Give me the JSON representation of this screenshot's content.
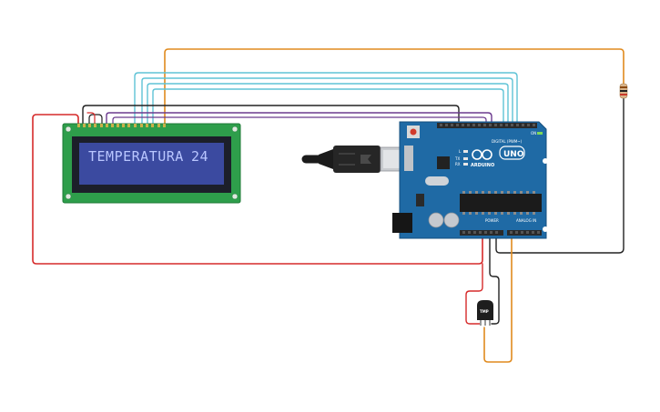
{
  "lcd": {
    "text_left": "TEMPERATURA",
    "text_right": "24"
  },
  "arduino": {
    "digital_label": "DIGITAL (PWM~)",
    "brand": "ARDUINO",
    "model": "UNO",
    "power_label": "POWER",
    "analog_label": "ANALOG IN",
    "tx_label": "TX",
    "rx_label": "RX",
    "l_label": "L",
    "on_label": "ON"
  },
  "sensor": {
    "label": "TMP"
  },
  "colors": {
    "board_blue": "#1f6aa5",
    "lcd_green": "#2e9e4b",
    "lcd_screen": "#3b4aa0",
    "wire_red": "#d62a2a",
    "wire_black": "#222222",
    "wire_orange": "#e08a1e",
    "wire_cyan": "#5fc3d6",
    "wire_purple": "#6b3a8e"
  }
}
